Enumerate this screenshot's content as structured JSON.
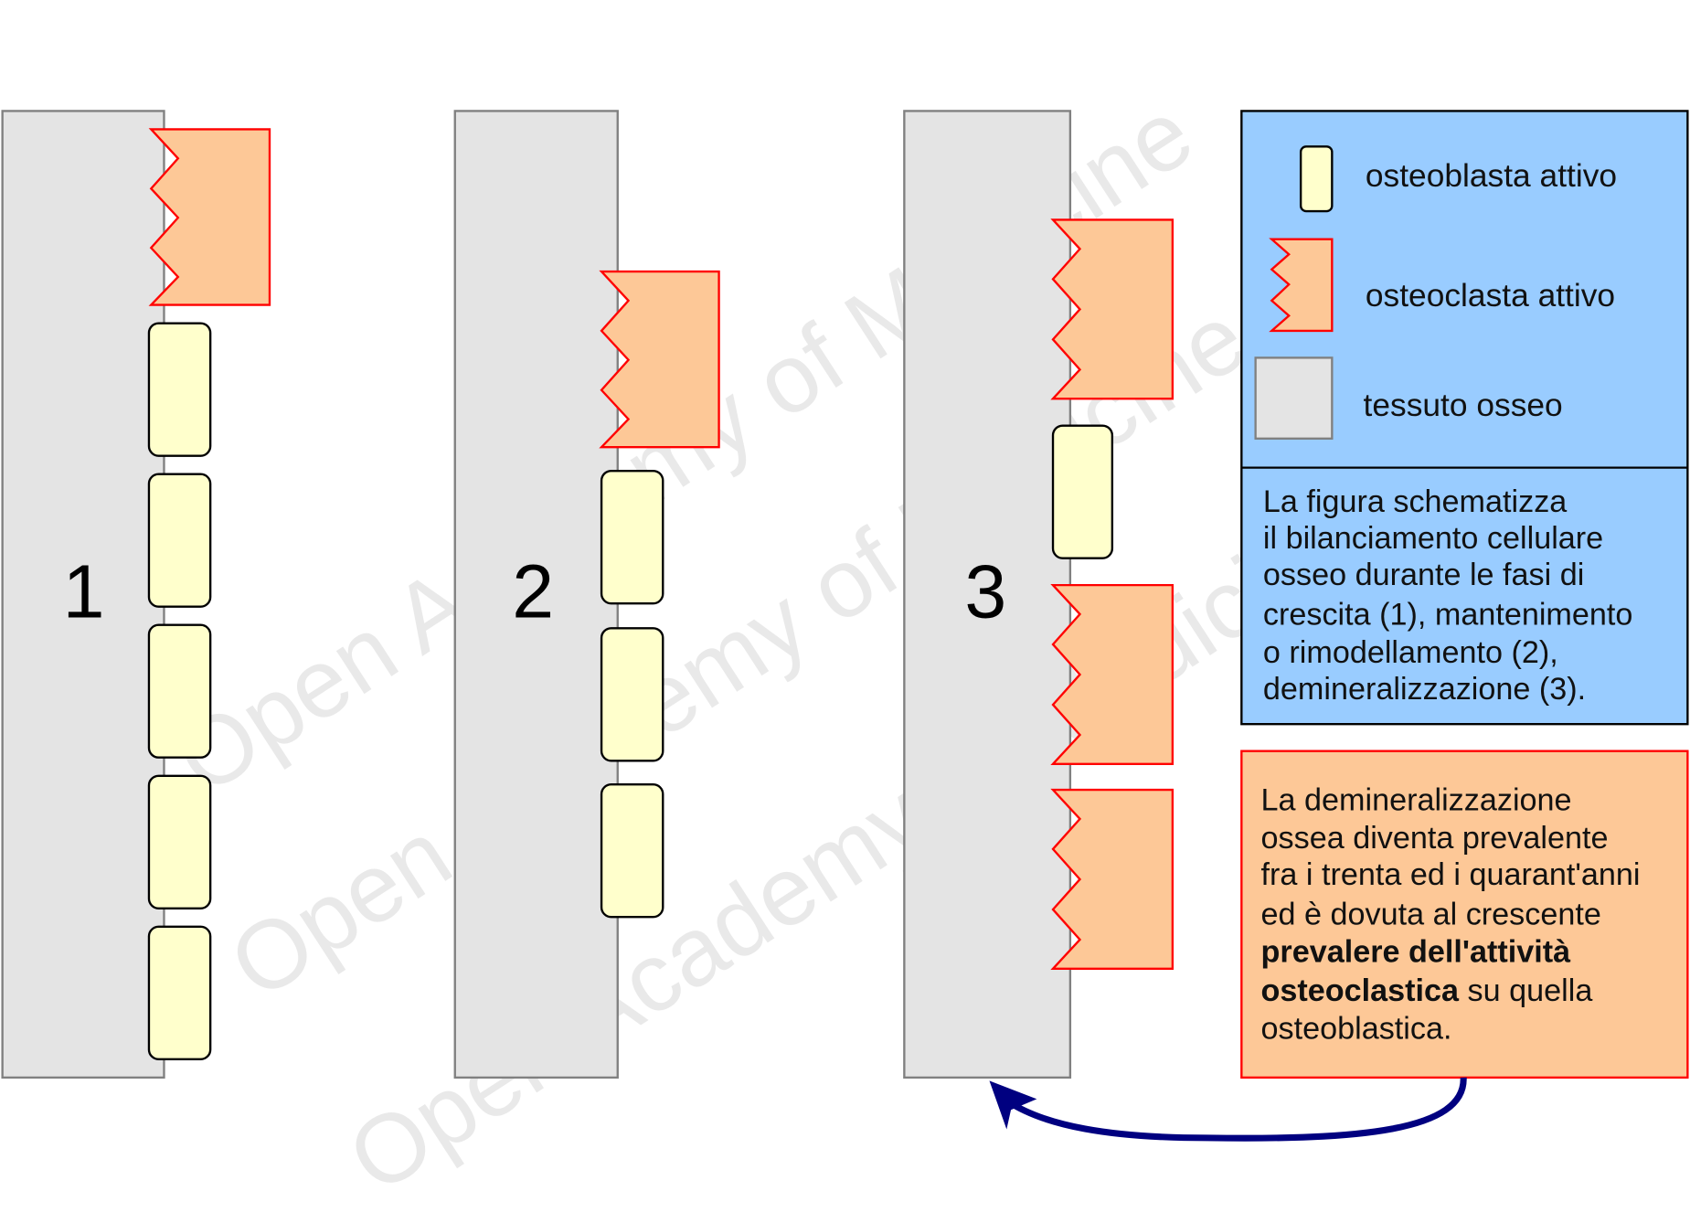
{
  "watermark": "Open Academy of Medicine",
  "colors": {
    "bone": "#e4e4e4",
    "osteoblast": "#ffffcc",
    "osteoclast": "#fdc897",
    "osteoclast_border": "#ff0000",
    "legend_bg": "#99ccff",
    "note_bg": "#fdc897",
    "arrow": "#000080"
  },
  "panels": [
    {
      "label": "1"
    },
    {
      "label": "2"
    },
    {
      "label": "3"
    }
  ],
  "legend": {
    "items": [
      {
        "icon": "osteoblast-icon",
        "label": "osteoblasta attivo"
      },
      {
        "icon": "osteoclast-icon",
        "label": "osteoclasta attivo"
      },
      {
        "icon": "bone-tissue-icon",
        "label": "tessuto osseo"
      }
    ],
    "description": [
      "La figura schematizza",
      "il bilanciamento cellulare",
      "osseo durante le fasi di",
      "crescita (1), mantenimento",
      "o rimodellamento (2),",
      "demineralizzazione (3)."
    ]
  },
  "note": {
    "lines": [
      "La demineralizzazione",
      "ossea diventa prevalente",
      "fra i trenta ed i quarant'anni",
      "ed è dovuta al crescente"
    ],
    "bold_1": "prevalere dell'attività",
    "bold_2": "osteoclastica",
    "rest_2": " su quella",
    "last": "osteoblastica."
  }
}
